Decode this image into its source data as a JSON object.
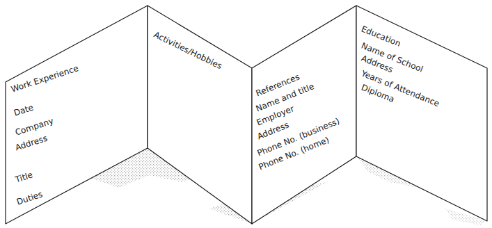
{
  "diagram": {
    "nodes": [
      {
        "text": [
          "Work Experience",
          "Date",
          "Company",
          "Address",
          "Title",
          "Duties"
        ]
      },
      {
        "text": [
          "Activities/Hobbies"
        ]
      },
      {
        "text": [
          "References",
          "Name and title",
          "Employer",
          "Address",
          "Phone No. (business)",
          "Phone No. (home)"
        ]
      },
      {
        "text": [
          "Education",
          "Name of School",
          "Address",
          "Years of Attendance",
          "Diploma"
        ]
      }
    ]
  }
}
